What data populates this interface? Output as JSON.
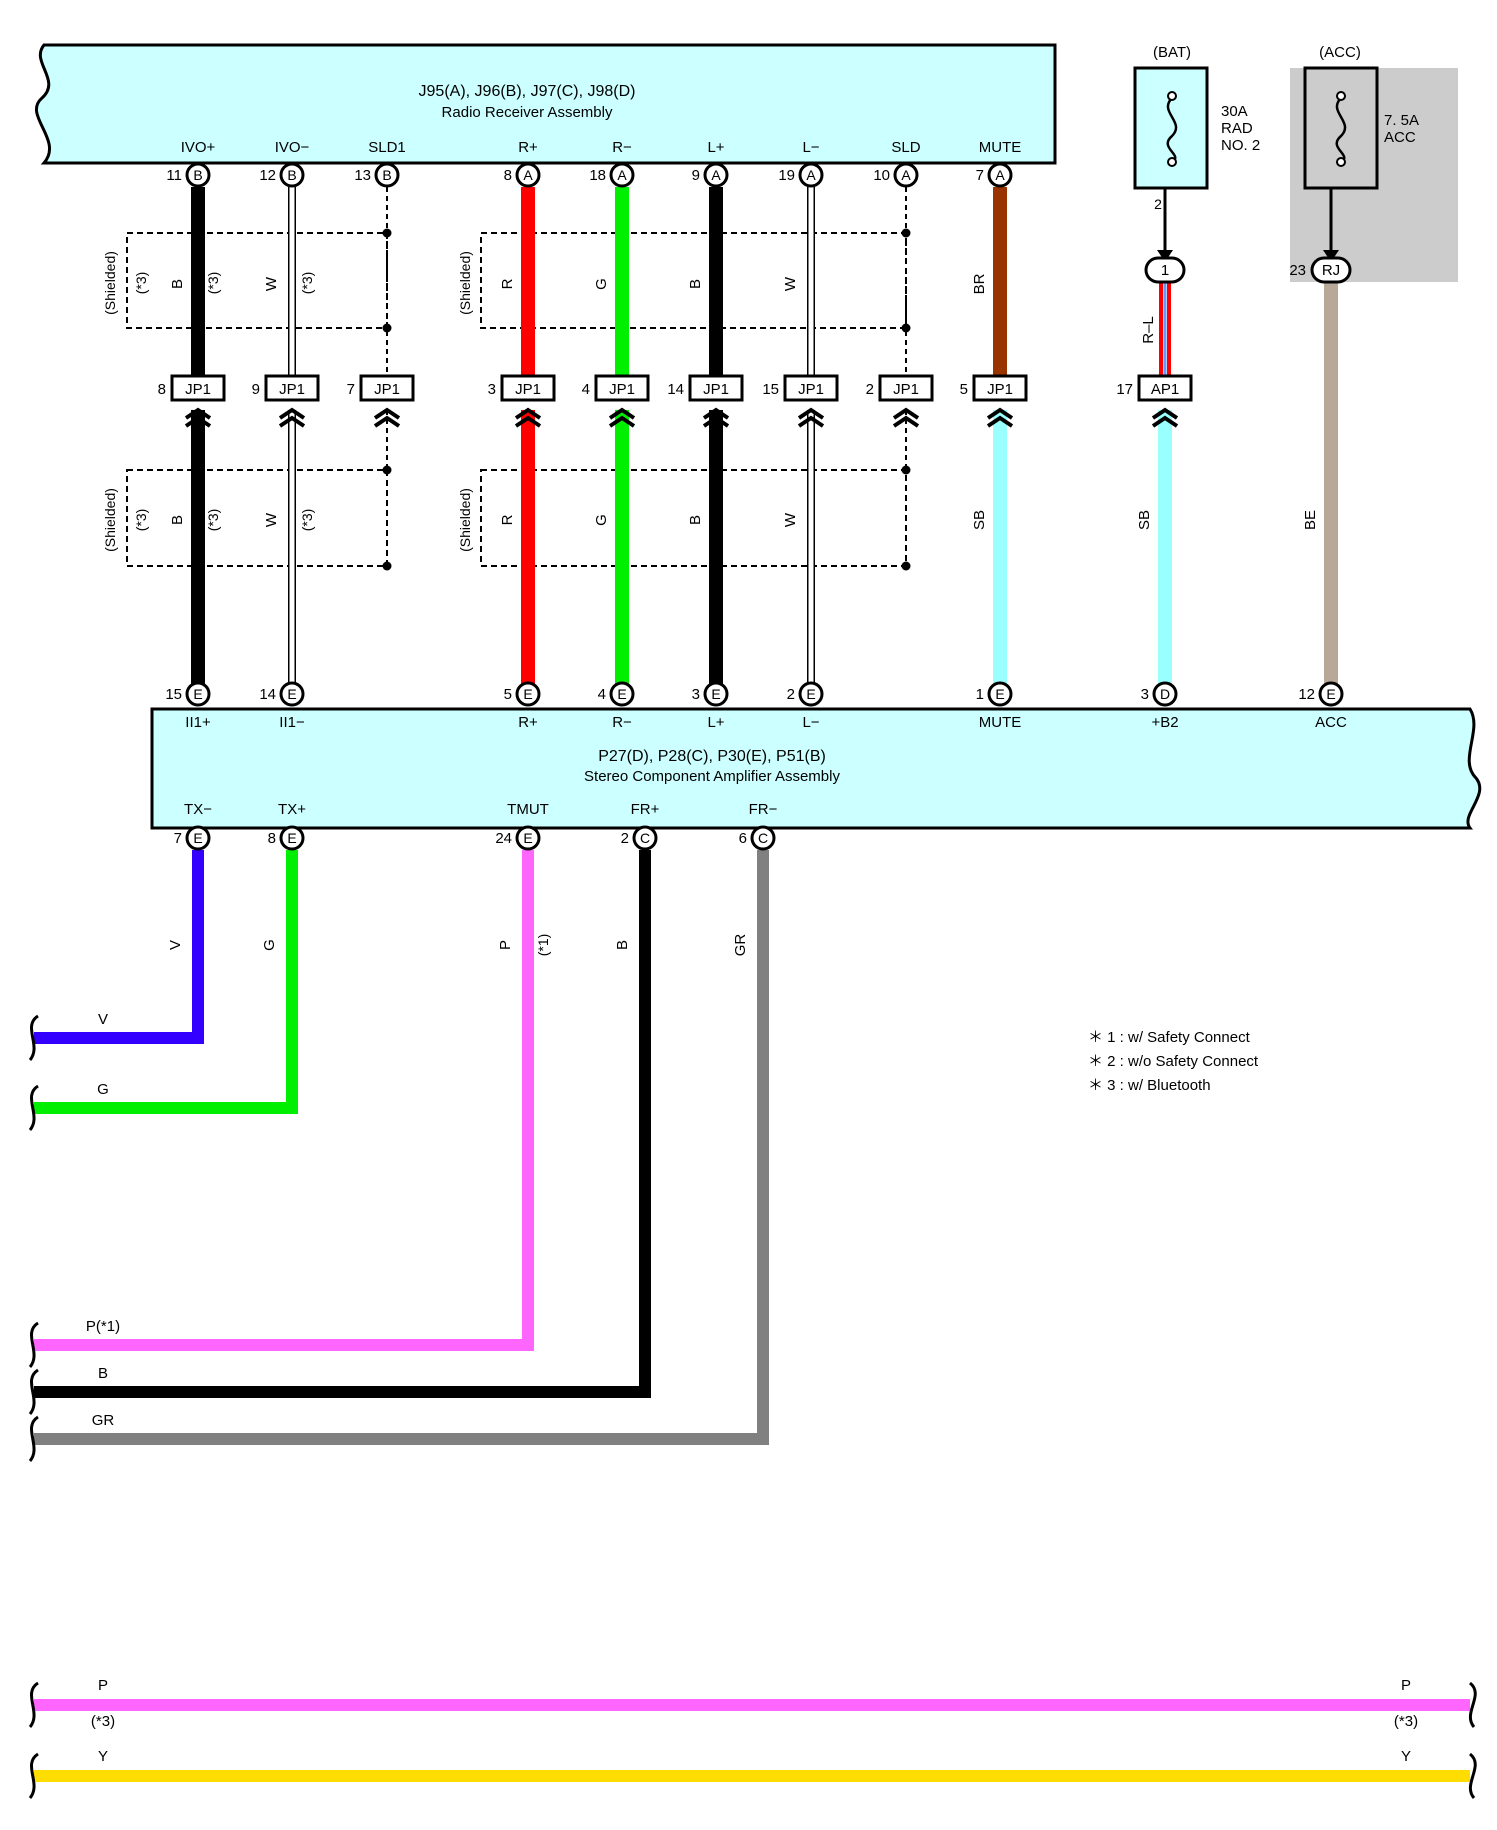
{
  "radio": {
    "title": "J95(A), J96(B), J97(C), J98(D)",
    "subtitle": "Radio Receiver Assembly"
  },
  "amp": {
    "title": "P27(D), P28(C), P30(E), P51(B)",
    "subtitle": "Stereo Component Amplifier Assembly"
  },
  "shield": {
    "label": "(Shielded)",
    "note": "(*3)"
  },
  "bat_fuse": {
    "header": "(BAT)",
    "lines": [
      "30A",
      "RAD",
      "NO. 2"
    ],
    "pin": "2"
  },
  "acc_fuse": {
    "header": "(ACC)",
    "lines": [
      "7. 5A",
      "ACC"
    ]
  },
  "radio_pins": [
    {
      "name": "IVO+",
      "num": "11",
      "conn": "B"
    },
    {
      "name": "IVO−",
      "num": "12",
      "conn": "B"
    },
    {
      "name": "SLD1",
      "num": "13",
      "conn": "B"
    },
    {
      "name": "R+",
      "num": "8",
      "conn": "A"
    },
    {
      "name": "R−",
      "num": "18",
      "conn": "A"
    },
    {
      "name": "L+",
      "num": "9",
      "conn": "A"
    },
    {
      "name": "L−",
      "num": "19",
      "conn": "A"
    },
    {
      "name": "SLD",
      "num": "10",
      "conn": "A"
    },
    {
      "name": "MUTE",
      "num": "7",
      "conn": "A"
    }
  ],
  "junctions": [
    {
      "num": "8",
      "label": "JP1"
    },
    {
      "num": "9",
      "label": "JP1"
    },
    {
      "num": "7",
      "label": "JP1"
    },
    {
      "num": "3",
      "label": "JP1"
    },
    {
      "num": "4",
      "label": "JP1"
    },
    {
      "num": "14",
      "label": "JP1"
    },
    {
      "num": "15",
      "label": "JP1"
    },
    {
      "num": "2",
      "label": "JP1"
    },
    {
      "num": "5",
      "label": "JP1"
    },
    {
      "num": "17",
      "label": "AP1"
    }
  ],
  "inline_connectors": [
    {
      "num": "",
      "label": "1"
    },
    {
      "num": "23",
      "label": "RJ"
    }
  ],
  "upper_wire_colors": [
    "B",
    "W",
    "R",
    "G",
    "B",
    "W",
    "BR",
    "R–L"
  ],
  "lower_wire_colors": [
    "B",
    "W",
    "R",
    "G",
    "B",
    "W",
    "SB",
    "SB",
    "BE"
  ],
  "amp_top_pins": [
    {
      "name": "II1+",
      "num": "15",
      "conn": "E"
    },
    {
      "name": "II1−",
      "num": "14",
      "conn": "E"
    },
    {
      "name": "R+",
      "num": "5",
      "conn": "E"
    },
    {
      "name": "R−",
      "num": "4",
      "conn": "E"
    },
    {
      "name": "L+",
      "num": "3",
      "conn": "E"
    },
    {
      "name": "L−",
      "num": "2",
      "conn": "E"
    },
    {
      "name": "MUTE",
      "num": "1",
      "conn": "E"
    },
    {
      "name": "+B2",
      "num": "3",
      "conn": "D"
    },
    {
      "name": "ACC",
      "num": "12",
      "conn": "E"
    }
  ],
  "amp_bottom_pins": [
    {
      "name": "TX−",
      "num": "7",
      "conn": "E",
      "color": "V"
    },
    {
      "name": "TX+",
      "num": "8",
      "conn": "E",
      "color": "G"
    },
    {
      "name": "TMUT",
      "num": "24",
      "conn": "E",
      "color": "P",
      "note": "(*1)"
    },
    {
      "name": "FR+",
      "num": "2",
      "conn": "C",
      "color": "B"
    },
    {
      "name": "FR−",
      "num": "6",
      "conn": "C",
      "color": "GR"
    }
  ],
  "left_exits": [
    "V",
    "G",
    "P(*1)",
    "B",
    "GR"
  ],
  "bottom_lines": [
    {
      "left": "P",
      "left_note": "(*3)",
      "right": "P",
      "right_note": "(*3)"
    },
    {
      "left": "Y",
      "right": "Y"
    }
  ],
  "legend": [
    "＊ 1 : w/ Safety Connect",
    "＊ 2 : w/o Safety Connect",
    "＊ 3 : w/ Bluetooth"
  ],
  "colors": {
    "box_fill": "#ccffff",
    "black": "#000000",
    "white": "#ffffff",
    "red": "#ff0000",
    "green": "#00ee00",
    "brown": "#993300",
    "sky_blue": "#99ffff",
    "beige": "#b8a898",
    "violet": "#3300ff",
    "pink": "#ff66ff",
    "gray": "#808080",
    "yellow": "#ffdd00",
    "acc_shade": "#cccccc"
  }
}
